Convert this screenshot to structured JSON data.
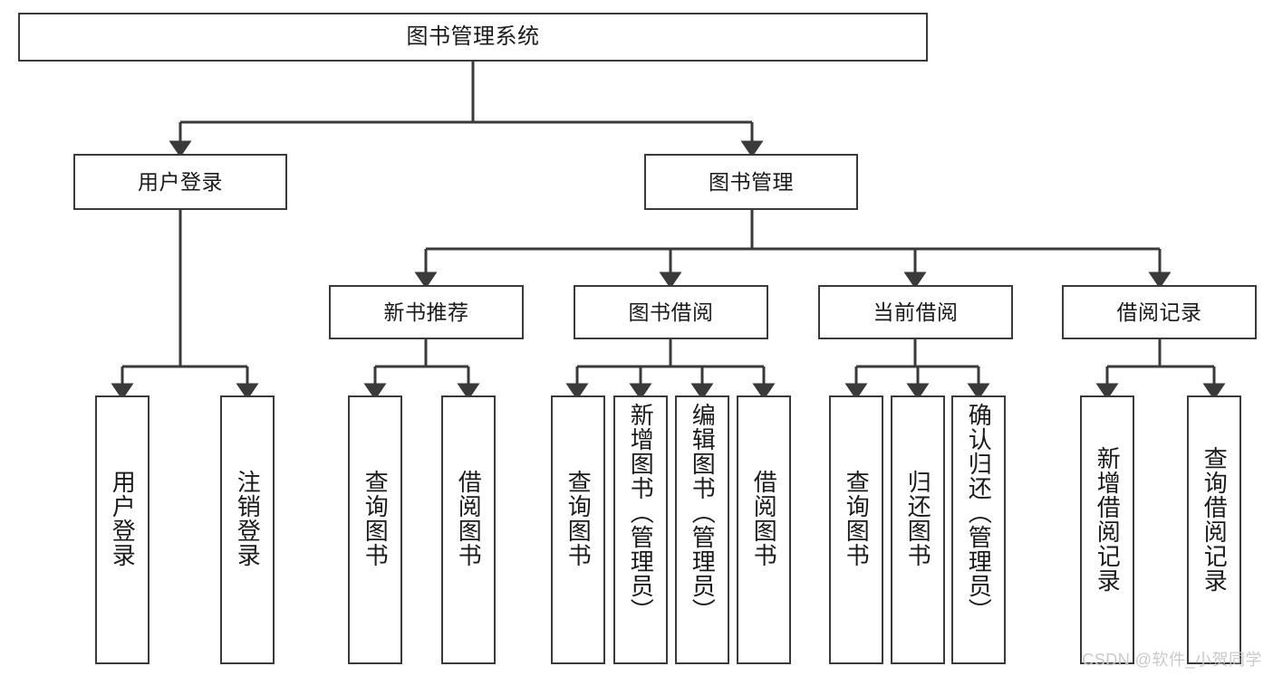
{
  "diagram": {
    "title": "图书管理系统",
    "type": "tree",
    "root": {
      "label": "图书管理系统"
    },
    "level2": [
      {
        "id": "user-login",
        "label": "用户登录"
      },
      {
        "id": "book-manage",
        "label": "图书管理"
      }
    ],
    "level3": [
      {
        "id": "new-book-recommend",
        "label": "新书推荐",
        "parent": "book-manage"
      },
      {
        "id": "book-borrow",
        "label": "图书借阅",
        "parent": "book-manage"
      },
      {
        "id": "current-borrow",
        "label": "当前借阅",
        "parent": "book-manage"
      },
      {
        "id": "borrow-record",
        "label": "借阅记录",
        "parent": "book-manage"
      }
    ],
    "leaves": {
      "user-login": [
        {
          "id": "leaf-user-login",
          "label": "用户登录"
        },
        {
          "id": "leaf-user-logout",
          "label": "注销登录"
        }
      ],
      "new-book-recommend": [
        {
          "id": "leaf-query-book-1",
          "label": "查询图书"
        },
        {
          "id": "leaf-borrow-book-1",
          "label": "借阅图书"
        }
      ],
      "book-borrow": [
        {
          "id": "leaf-query-book-2",
          "label": "查询图书"
        },
        {
          "id": "leaf-add-book",
          "label": "新增图书（管理员）"
        },
        {
          "id": "leaf-edit-book",
          "label": "编辑图书（管理员）"
        },
        {
          "id": "leaf-borrow-book-2",
          "label": "借阅图书"
        }
      ],
      "current-borrow": [
        {
          "id": "leaf-query-book-3",
          "label": "查询图书"
        },
        {
          "id": "leaf-return-book",
          "label": "归还图书"
        },
        {
          "id": "leaf-confirm-return",
          "label": "确认归还（管理员）"
        }
      ],
      "borrow-record": [
        {
          "id": "leaf-add-record",
          "label": "新增借阅记录"
        },
        {
          "id": "leaf-query-record",
          "label": "查询借阅记录"
        }
      ]
    },
    "colors": {
      "box_border": "#3a3a3a",
      "box_fill": "#ffffff",
      "line": "#3a3a3a",
      "text": "#1a1a1a",
      "watermark": "#c9c9c9",
      "background": "#ffffff"
    }
  },
  "watermark": {
    "text": "CSDN @软件_小贺同学"
  }
}
